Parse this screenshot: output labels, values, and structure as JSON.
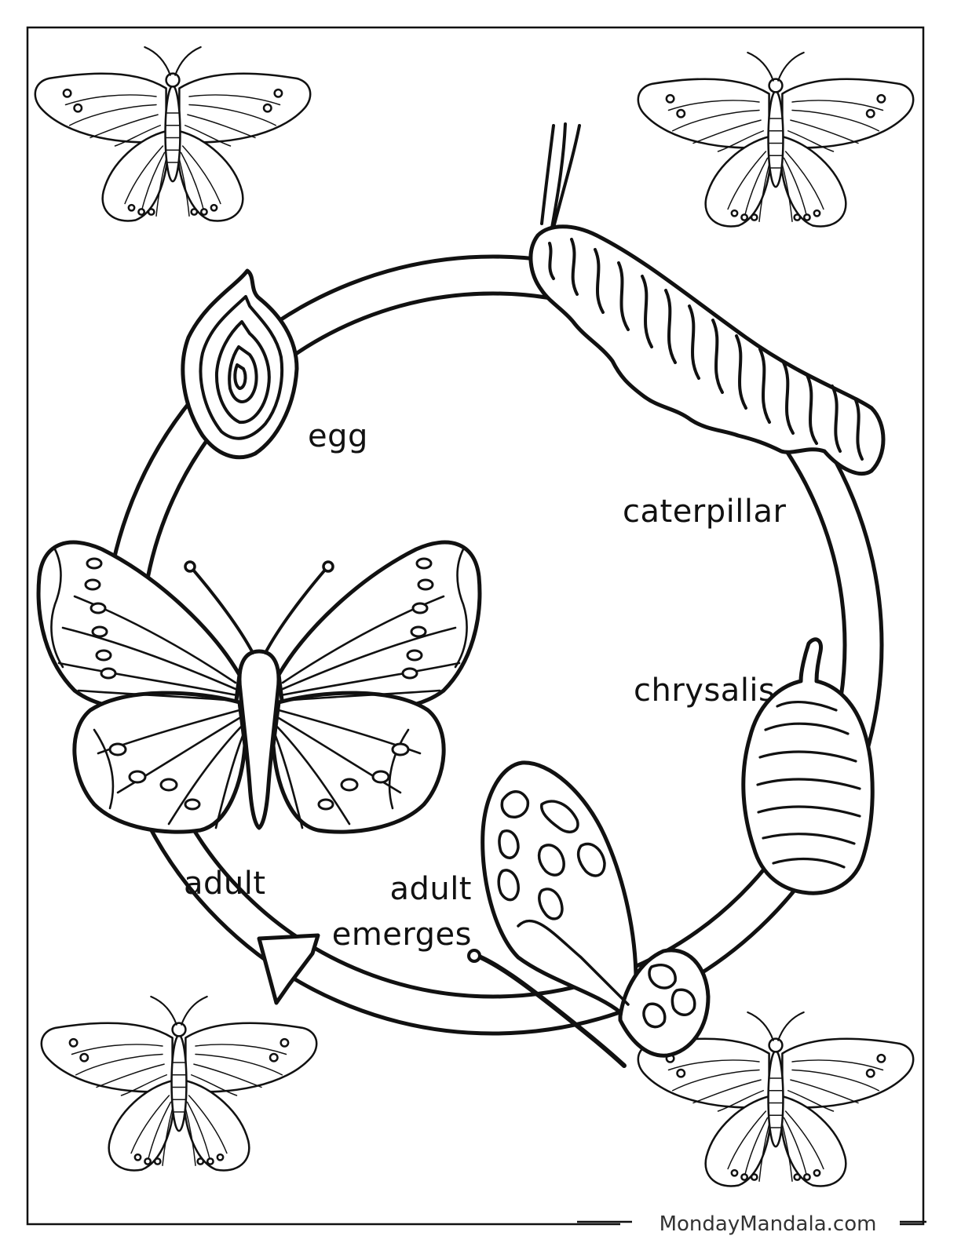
{
  "labels": {
    "egg": "egg",
    "caterpillar": "caterpillar",
    "chrysalis": "chrysalis",
    "adult": "adult",
    "adult_emerges_line1": "adult",
    "adult_emerges_line2": "emerges"
  },
  "footer": {
    "site": "MondayMandala.com"
  },
  "colors": {
    "ink": "#111111",
    "paper": "#ffffff",
    "footer": "#333333"
  }
}
